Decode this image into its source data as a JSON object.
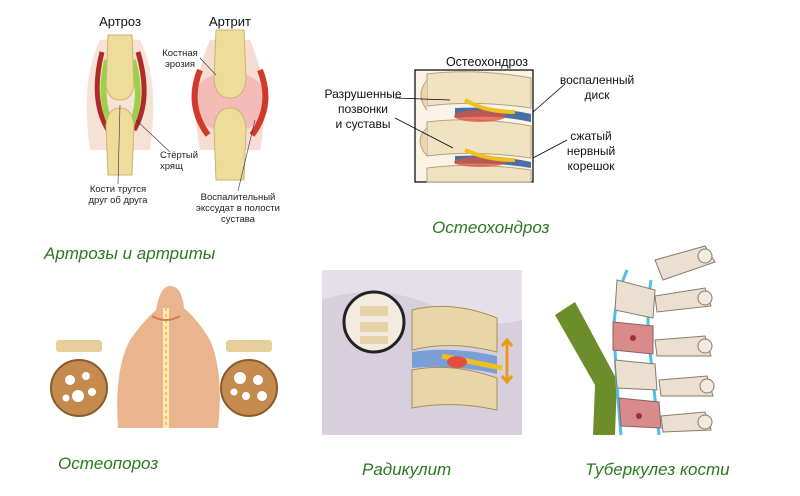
{
  "arthrosis": {
    "title_left": "Артроз",
    "title_right": "Артрит",
    "label_erosion_1": "Костная",
    "label_erosion_2": "эрозия",
    "label_cartilage_1": "Стёртый",
    "label_cartilage_2": "хрящ",
    "label_bones_1": "Кости трутся",
    "label_bones_2": "друг об друга",
    "label_exudate_1": "Воспалительный",
    "label_exudate_2": "экссудат в полости",
    "label_exudate_3": "сустава",
    "caption": "Артрозы и артриты"
  },
  "osteochondrosis": {
    "title": "Остеохондроз",
    "label_vertebrae_1": "Разрушенные",
    "label_vertebrae_2": "позвонки",
    "label_vertebrae_3": "и суставы",
    "label_disc_1": "воспаленный",
    "label_disc_2": "диск",
    "label_root_1": "сжатый",
    "label_root_2": "нервный",
    "label_root_3": "корешок",
    "caption": "Остеохондроз"
  },
  "osteoporosis": {
    "caption": "Остеопороз"
  },
  "radiculitis": {
    "caption": "Радикулит"
  },
  "tuberculosis": {
    "caption": "Туберкулез кости"
  },
  "colors": {
    "caption": "#2a7a1e",
    "bone": "#eedc9a",
    "inflamed": "#e0503c",
    "healthy_cartilage": "#9bd14a"
  }
}
